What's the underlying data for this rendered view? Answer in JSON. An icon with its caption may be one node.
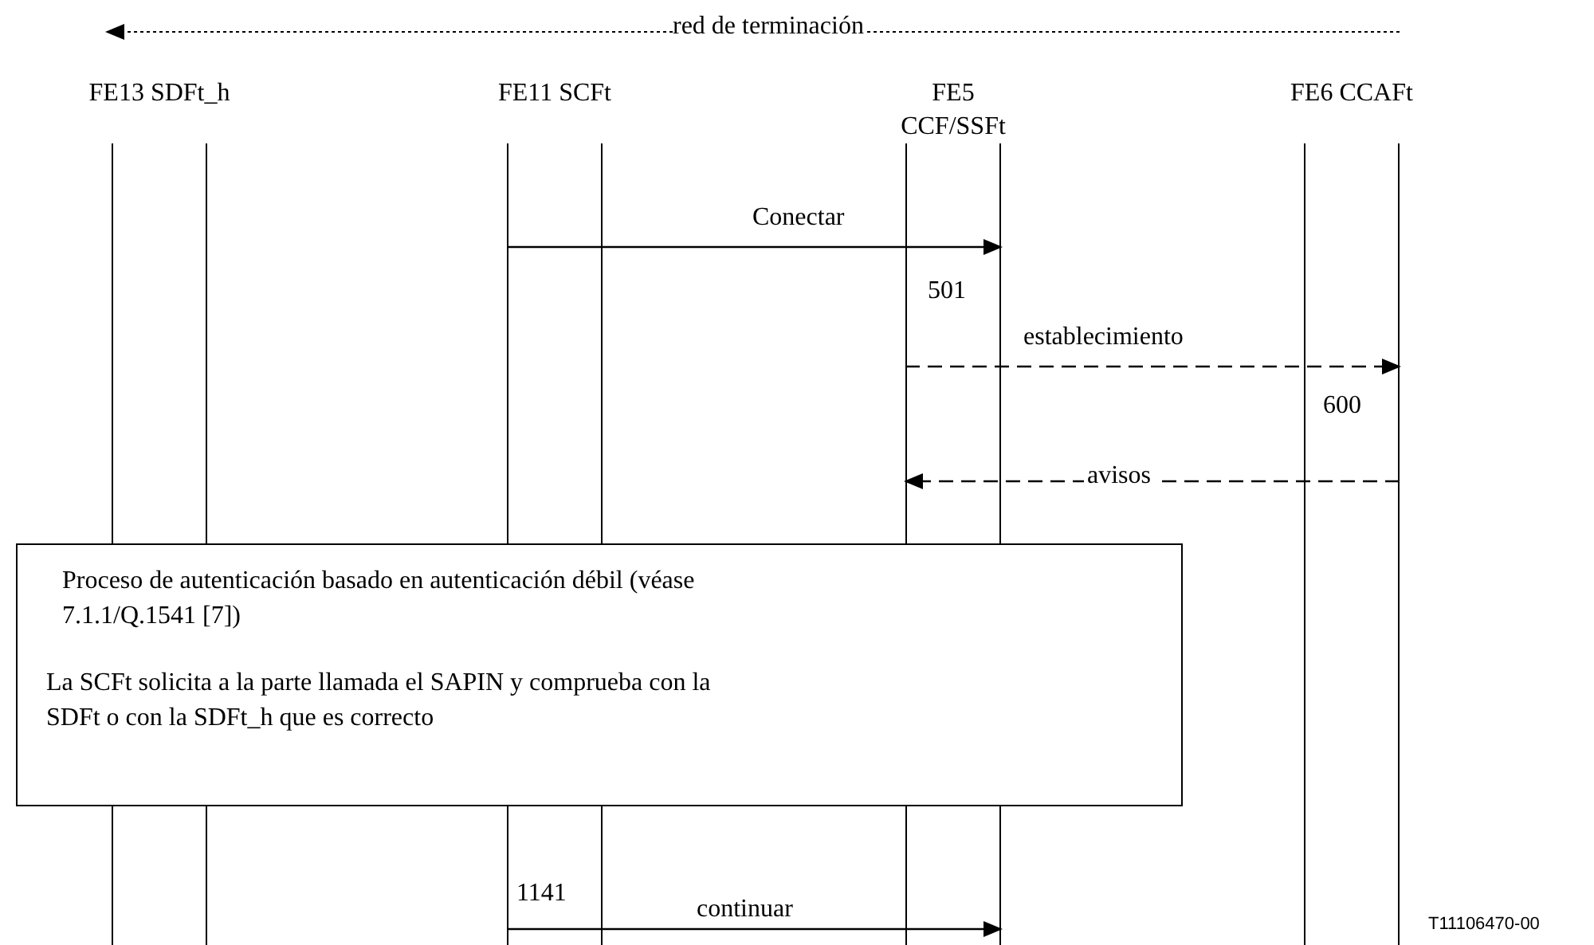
{
  "diagram": {
    "nodes": [
      {
        "text": [
          "FE13 SDFt_h"
        ]
      },
      {
        "text": [
          "FE11 SCFt"
        ]
      },
      {
        "text": [
          "FE5 CCF/SSFt"
        ]
      },
      {
        "text": [
          "FE6 CCAFt"
        ]
      },
      {
        "text": [
          "Proceso de autenticación basado en autenticación débil (véase 7.1.1/Q.1541 [7])",
          "La SCFt solicita a la parte llamada el SAPIN y comprueba con la SDFt o con la SDFt_h que es correcto"
        ]
      }
    ],
    "edges": [
      {
        "from": 1,
        "to": 2,
        "arrow": "to",
        "label": "Conectar"
      },
      {
        "from": 2,
        "to": 3,
        "arrow": "to",
        "label": "establecimiento",
        "style": "dashed"
      },
      {
        "from": 3,
        "to": 2,
        "arrow": "to",
        "label": "avisos",
        "style": "dashed"
      },
      {
        "from": 1,
        "to": 2,
        "arrow": "to",
        "label": "continuar"
      }
    ],
    "labels": [
      "red de terminación",
      "501",
      "600",
      "1141",
      "T11106470-00"
    ]
  }
}
